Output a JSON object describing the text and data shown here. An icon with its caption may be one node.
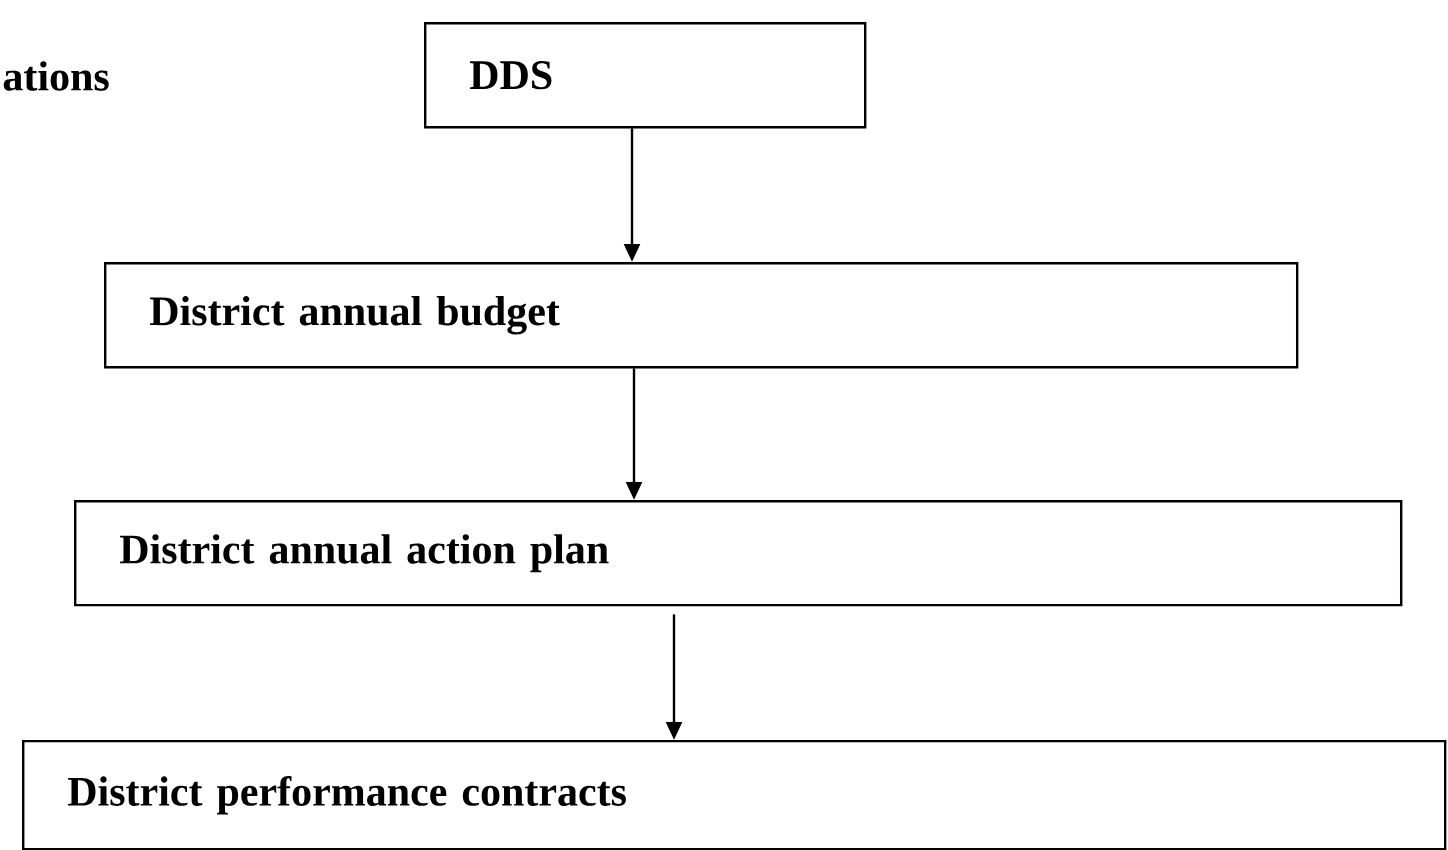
{
  "diagram": {
    "nodes": [
      {
        "text": [
          "DDS"
        ]
      },
      {
        "text": [
          "District annual budget"
        ]
      },
      {
        "text": [
          "District annual action plan"
        ]
      },
      {
        "text": [
          "District performance contracts"
        ]
      }
    ],
    "edges": [
      {
        "from": 0,
        "to": 1,
        "arrow": "to"
      },
      {
        "from": 1,
        "to": 2,
        "arrow": "to"
      },
      {
        "from": 2,
        "to": 3,
        "arrow": "to"
      }
    ],
    "labels": [
      "ations"
    ]
  }
}
